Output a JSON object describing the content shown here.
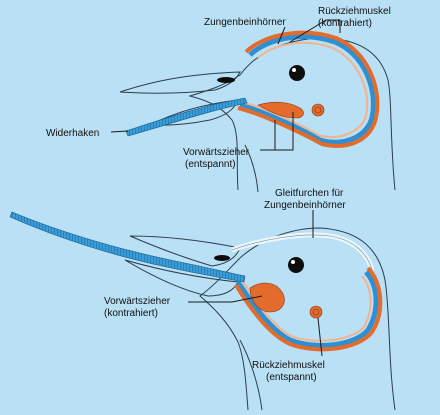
{
  "colors": {
    "background": "#b9e0f4",
    "muscle": "#e36b2c",
    "muscle_light": "#f3b38b",
    "hyoid_blue": "#2f8fd0",
    "hyoid_dark": "#11638f",
    "tongue": "#3a9bd6",
    "outline": "#2c3f4c",
    "eye": "#0d0d0d",
    "leader": "#1a1a1a"
  },
  "top_panel": {
    "state": "retracted",
    "labels": {
      "rueckziehmuskel_line1": "Rückziehmuskel",
      "rueckziehmuskel_line2": "(kontrahiert)",
      "zungenbeinhoerner": "Zungenbeinhörner",
      "widerhaken": "Widerhaken",
      "vorwaertszieher_line1": "Vorwärtszieher",
      "vorwaertszieher_line2": "(entspannt)"
    }
  },
  "bottom_panel": {
    "state": "extended",
    "labels": {
      "gleitfurchen_line1": "Gleitfurchen für",
      "gleitfurchen_line2": "Zungenbeinhörner",
      "vorwaertszieher_line1": "Vorwärtszieher",
      "vorwaertszieher_line2": "(kontrahiert)",
      "rueckziehmuskel_line1": "Rückziehmuskel",
      "rueckziehmuskel_line2": "(entspannt)"
    }
  }
}
